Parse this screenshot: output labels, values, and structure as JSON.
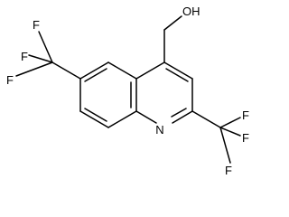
{
  "molecule": {
    "atom_labels": {
      "hydroxyl": "OH",
      "ring_nitrogen": "N",
      "cf3_left": [
        "F",
        "F",
        "F"
      ],
      "cf3_right": [
        "F",
        "F",
        "F"
      ]
    }
  },
  "colors": {
    "bond": "#000000",
    "text": "#000000",
    "background": "#ffffff"
  }
}
